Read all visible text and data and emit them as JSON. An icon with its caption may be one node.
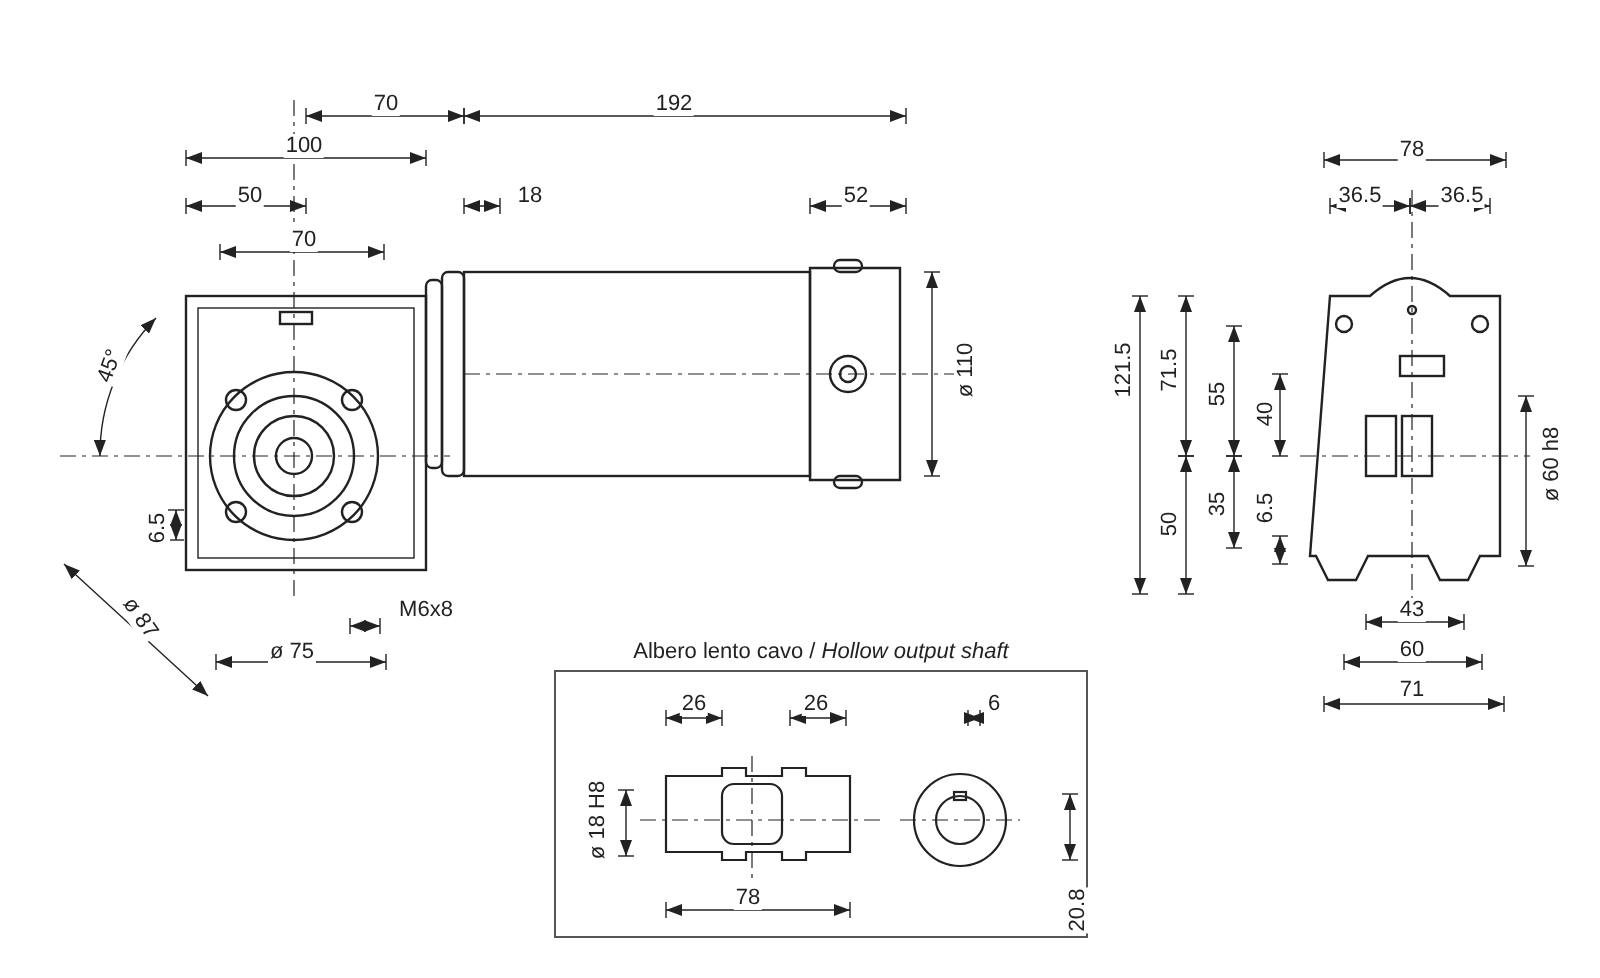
{
  "diagram": {
    "nodes": [
      {
        "text": [
          "Albero lento cavo / *Hollow output shaft*"
        ]
      }
    ],
    "labels": [
      "70",
      "192",
      "100",
      "78",
      "50",
      "18",
      "52",
      "36.5",
      "36.5",
      "70",
      "45°",
      "ø 110",
      "121.5",
      "71.5",
      "55",
      "40",
      "ø 60 h8",
      "6.5",
      "35",
      "6.5",
      "50",
      "M6x8",
      "ø 87",
      "ø 75",
      "43",
      "60",
      "71",
      "26",
      "26",
      "6",
      "ø 18 H8",
      "78",
      "20.8"
    ]
  }
}
